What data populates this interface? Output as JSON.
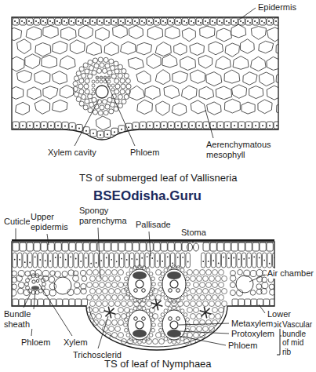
{
  "diagram": {
    "labels": [
      "Epidermis",
      "Xylem cavity",
      "Phloem",
      "Aerenchymatous mesophyll",
      "TS of submerged leaf of Vallisneria",
      "BSEOdisha.Guru",
      "Cuticle",
      "Upper epidermis",
      "Spongy parenchyma",
      "Pallisade",
      "Stoma",
      "Air chamber",
      "Lower epidermis",
      "Bundle sheath",
      "Phloem",
      "Xylem",
      "Trichosclerid",
      "Metaxylem",
      "Protoxylem",
      "Phloem",
      "Vascular bundle of mid rib",
      "TS of leaf of Nymphaea"
    ]
  }
}
